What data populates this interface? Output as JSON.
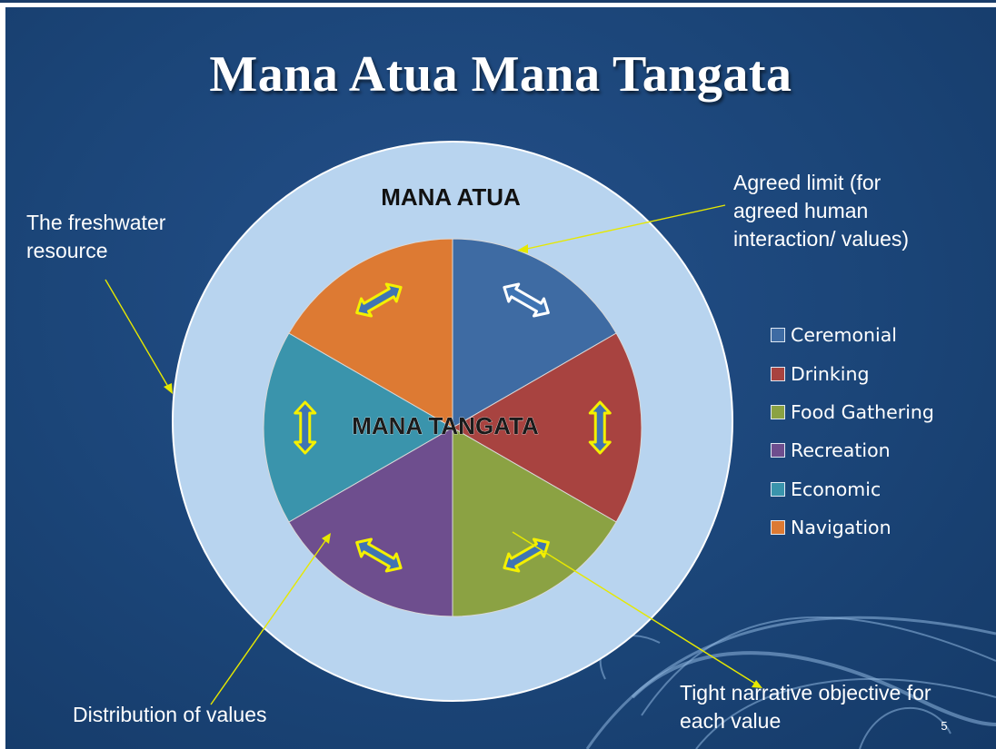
{
  "slide": {
    "title": "Mana Atua Mana Tangata",
    "number": "5"
  },
  "diagram": {
    "outer_label": "MANA ATUA",
    "inner_label": "MANA TANGATA",
    "legend": [
      {
        "label": "Ceremonial",
        "color": "#3e6ba3"
      },
      {
        "label": "Drinking",
        "color": "#a84340"
      },
      {
        "label": "Food Gathering",
        "color": "#8ba243"
      },
      {
        "label": "Recreation",
        "color": "#6e4e8e"
      },
      {
        "label": "Economic",
        "color": "#3a94ac"
      },
      {
        "label": "Navigation",
        "color": "#dd7a33"
      }
    ],
    "outer_ring_color": "#b8d4ef",
    "arrow_fill_color": "#3f74b3",
    "arrow_outline_color": "#f4f000"
  },
  "annotations": {
    "freshwater": [
      "The freshwater",
      "resource"
    ],
    "agreed_limit": [
      "Agreed limit (for",
      "agreed human",
      "interaction/ values)"
    ],
    "distribution": "Distribution of values",
    "narrative": [
      "Tight narrative objective for",
      "each value"
    ]
  }
}
